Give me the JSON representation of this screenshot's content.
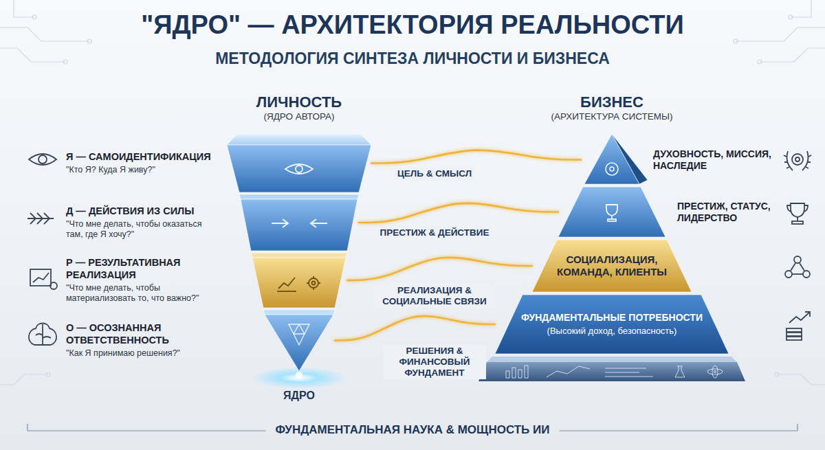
{
  "diagram": {
    "title": "\"ЯДРО\" — АРХИТЕКТОРИЯ РЕАЛЬНОСТИ",
    "caption": "ФУНДАМЕНТАЛЬНАЯ НАУКА & МОЩНОСТЬ ИИ",
    "nodes": [
      {
        "text": [
          "Я — САМОИДЕНТИФИКАЦИЯ",
          "\"Кто Я? Куда Я живу?\""
        ]
      },
      {
        "text": [
          "Д — ДЕЙСТВИЯ ИЗ СИЛЫ",
          "\"Что мне делать, чтобы оказаться там, где Я хочу?\""
        ]
      },
      {
        "text": [
          "Р — РЕЗУЛЬТАТИВНАЯ РЕАЛИЗАЦИЯ",
          "\"Что мне делать, чтобы материализовать то, что важно?\""
        ]
      },
      {
        "text": [
          "О — ОСОЗНАННАЯ ОТВЕТСТВЕННОСТЬ",
          "\"Как Я принимаю решения?\""
        ]
      },
      {
        "text": [
          "ДУХОВНОСТЬ, МИССИЯ, НАСЛЕДИЕ"
        ]
      },
      {
        "text": [
          "ПРЕСТИЖ, СТАТУС, ЛИДЕРСТВО"
        ]
      },
      {
        "text": [
          "СОЦИАЛИЗАЦИЯ, КОМАНДА, КЛИЕНТЫ"
        ]
      },
      {
        "text": [
          "ФУНДАМЕНТАЛЬНЫЕ ПОТРЕБНОСТИ",
          "(Высокий доход, безопасность)"
        ]
      }
    ],
    "edges": [
      {
        "from": 0,
        "to": 4,
        "label": "ЦЕЛЬ & СМЫСЛ",
        "arrow": "none"
      },
      {
        "from": 1,
        "to": 5,
        "label": "ПРЕСТИЖ & ДЕЙСТВИЕ",
        "arrow": "none"
      },
      {
        "from": 2,
        "to": 6,
        "label": "РЕАЛИЗАЦИЯ & СОЦИАЛЬНЫЕ СВЯЗИ",
        "arrow": "none"
      },
      {
        "from": 3,
        "to": 7,
        "label": "РЕШЕНИЯ & ФИНАНСОВЫЙ ФУНДАМЕНТ",
        "arrow": "none"
      }
    ],
    "labels": [
      "МЕТОДОЛОГИЯ СИНТЕЗА ЛИЧНОСТИ И БИЗНЕСА",
      "ЛИЧНОСТЬ",
      "(ЯДРО АВТОРА)",
      "БИЗНЕС",
      "(АРХИТЕКТУРА СИСТЕМЫ)",
      "ЯДРО"
    ]
  }
}
